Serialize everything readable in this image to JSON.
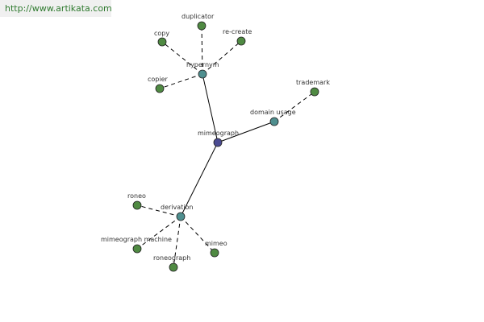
{
  "watermark": {
    "text": "http://www.artikata.com"
  },
  "graph": {
    "center": {
      "id": "mimeograph",
      "label": "mimeograph",
      "color": "#4b4b92"
    },
    "hubs": [
      {
        "id": "hypernym",
        "label": "hypernym",
        "color": "#4f8f8f"
      },
      {
        "id": "domain-usage",
        "label": "domain usage",
        "color": "#4f8f8f"
      },
      {
        "id": "derivation",
        "label": "derivation",
        "color": "#4f8f8f"
      }
    ],
    "leaves": [
      {
        "id": "duplicator",
        "label": "duplicator",
        "parent": "hypernym",
        "color": "#4f8a42"
      },
      {
        "id": "copy",
        "label": "copy",
        "parent": "hypernym",
        "color": "#4f8a42"
      },
      {
        "id": "re-create",
        "label": "re-create",
        "parent": "hypernym",
        "color": "#4f8a42"
      },
      {
        "id": "copier",
        "label": "copier",
        "parent": "hypernym",
        "color": "#4f8a42"
      },
      {
        "id": "trademark",
        "label": "trademark",
        "parent": "domain-usage",
        "color": "#4f8a42"
      },
      {
        "id": "roneo",
        "label": "roneo",
        "parent": "derivation",
        "color": "#4f8a42"
      },
      {
        "id": "mimeograph-machine",
        "label": "mimeograph machine",
        "parent": "derivation",
        "color": "#4f8a42"
      },
      {
        "id": "roneograph",
        "label": "roneograph",
        "parent": "derivation",
        "color": "#4f8a42"
      },
      {
        "id": "mimeo",
        "label": "mimeo",
        "parent": "derivation",
        "color": "#4f8a42"
      }
    ]
  }
}
